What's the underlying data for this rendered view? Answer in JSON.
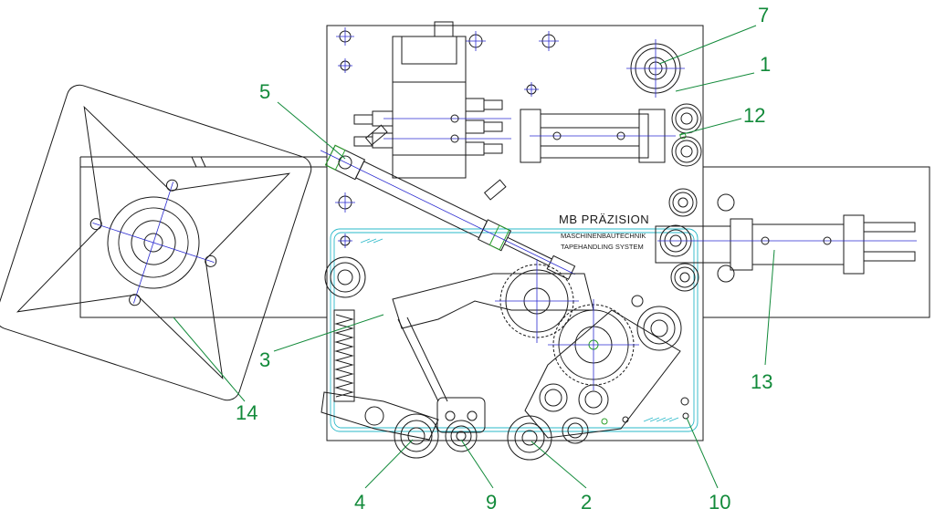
{
  "brand": {
    "name": "MB PRÄZISION",
    "line1": "MASCHINENBAUTECHNIK",
    "line2": "TAPEHANDLING SYSTEM"
  },
  "callouts": [
    {
      "id": "1",
      "label": "1"
    },
    {
      "id": "2",
      "label": "2"
    },
    {
      "id": "3",
      "label": "3"
    },
    {
      "id": "4",
      "label": "4"
    },
    {
      "id": "5",
      "label": "5"
    },
    {
      "id": "7",
      "label": "7"
    },
    {
      "id": "9",
      "label": "9"
    },
    {
      "id": "10",
      "label": "10"
    },
    {
      "id": "12",
      "label": "12"
    },
    {
      "id": "13",
      "label": "13"
    },
    {
      "id": "14",
      "label": "14"
    }
  ],
  "colors": {
    "callout": "#128a3a",
    "line": "#1a1a1a",
    "center_line": "#2a2ad0",
    "cover_outline": "#28b8c8"
  }
}
